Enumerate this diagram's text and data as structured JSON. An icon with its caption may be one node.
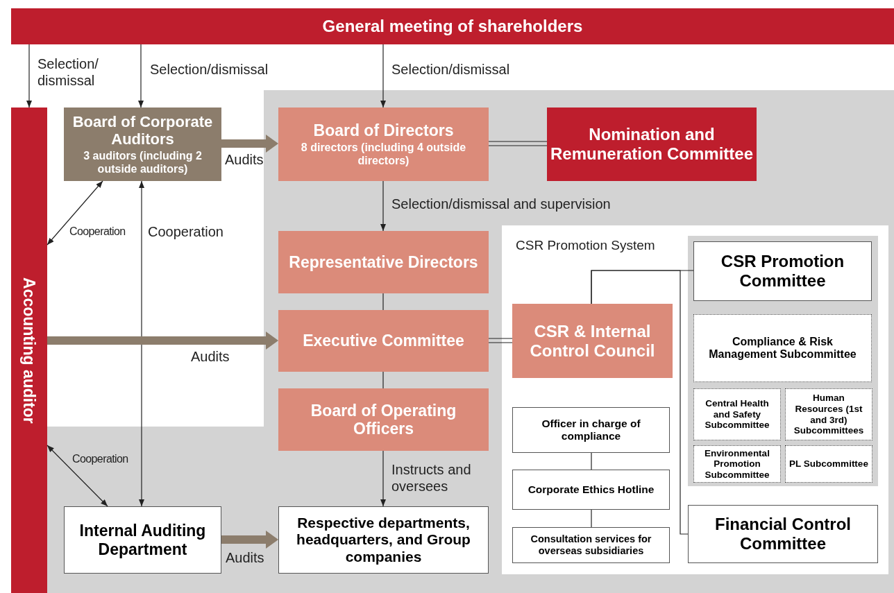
{
  "diagram": {
    "nodes": [
      {
        "text": [
          "General meeting of shareholders"
        ]
      },
      {
        "text": [
          "Accounting auditor"
        ]
      },
      {
        "text": [
          "Board of Corporate Auditors",
          "3 auditors (including 2 outside auditors)"
        ]
      },
      {
        "text": [
          "Board of Directors",
          "8 directors (including 4 outside directors)"
        ]
      },
      {
        "text": [
          "Nomination and Remuneration Committee"
        ]
      },
      {
        "text": [
          "Representative Directors"
        ]
      },
      {
        "text": [
          "Executive Committee"
        ]
      },
      {
        "text": [
          "Board of Operating Officers"
        ]
      },
      {
        "text": [
          "Internal Auditing Department"
        ]
      },
      {
        "text": [
          "Respective departments, headquarters, and Group companies"
        ]
      },
      {
        "text": [
          "CSR Promotion System"
        ]
      },
      {
        "text": [
          "CSR & Internal Control Council"
        ],
        "in": 10
      },
      {
        "text": [],
        "shape": "box",
        "in": 10
      },
      {
        "text": [
          "CSR Promotion Committee"
        ],
        "in": 12
      },
      {
        "text": [
          "Compliance & Risk Management Subcommittee"
        ],
        "in": 12
      },
      {
        "text": [
          "Central Health and Safety Subcommittee"
        ],
        "in": 12
      },
      {
        "text": [
          "Human Resources (1st and 3rd) Subcommittees"
        ],
        "in": 12
      },
      {
        "text": [
          "Environmental Promotion Subcommittee"
        ],
        "in": 12
      },
      {
        "text": [
          "PL Subcommittee"
        ],
        "in": 12
      },
      {
        "text": [
          "Financial Control Committee"
        ],
        "in": 10
      },
      {
        "text": [
          "Officer in charge of compliance"
        ],
        "in": 10
      },
      {
        "text": [
          "Corporate Ethics Hotline"
        ],
        "in": 10
      },
      {
        "text": [
          "Consultation services for overseas subsidiaries"
        ],
        "in": 10
      }
    ],
    "edges": [
      {
        "from": 0,
        "to": 1,
        "arrow": "to",
        "label": "Selection/ dismissal"
      },
      {
        "from": 0,
        "to": 2,
        "arrow": "to",
        "label": "Selection/dismissal"
      },
      {
        "from": 0,
        "to": 3,
        "arrow": "to",
        "label": "Selection/dismissal"
      },
      {
        "from": 2,
        "to": 3,
        "arrow": "to",
        "label": "Audits",
        "style": "thick",
        "color": "#8c7d6c"
      },
      {
        "from": 3,
        "to": 4,
        "arrow": "none"
      },
      {
        "from": 3,
        "to": 5,
        "arrow": "to",
        "label": "Selection/dismissal and supervision"
      },
      {
        "from": 1,
        "to": 2,
        "arrow": "both",
        "label": "Cooperation"
      },
      {
        "from": 8,
        "to": 2,
        "arrow": "both",
        "label": "Cooperation"
      },
      {
        "from": 1,
        "to": 6,
        "arrow": "to",
        "label": "Audits",
        "style": "thick",
        "color": "#8c7d6c"
      },
      {
        "from": 5,
        "to": 6,
        "arrow": "none"
      },
      {
        "from": 6,
        "to": 7,
        "arrow": "none"
      },
      {
        "from": 6,
        "to": 11,
        "arrow": "none"
      },
      {
        "from": 7,
        "to": 9,
        "arrow": "to",
        "label": "Instructs and oversees"
      },
      {
        "from": 1,
        "to": 8,
        "arrow": "both",
        "label": "Cooperation"
      },
      {
        "from": 8,
        "to": 9,
        "arrow": "to",
        "label": "Audits",
        "style": "thick",
        "color": "#8c7d6c"
      },
      {
        "from": 11,
        "to": 13,
        "arrow": "none"
      },
      {
        "from": 11,
        "to": 19,
        "arrow": "none"
      },
      {
        "from": 20,
        "to": 21,
        "arrow": "none"
      },
      {
        "from": 21,
        "to": 22,
        "arrow": "none"
      }
    ]
  }
}
